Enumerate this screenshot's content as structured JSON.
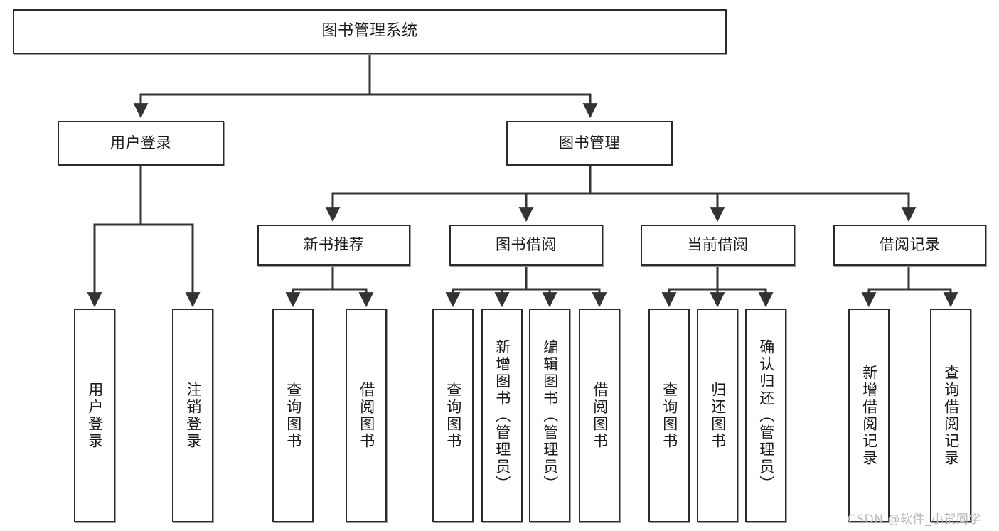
{
  "diagram": {
    "type": "tree-hierarchy",
    "title": "图书管理系统",
    "colors": {
      "box_border": "#2b2b2b",
      "box_fill": "#ffffff",
      "connector": "#333333",
      "text": "#1a1a1a",
      "watermark": "#b9b9b9"
    },
    "levels": {
      "root": {
        "label": "图书管理系统"
      },
      "level2": [
        {
          "label": "用户登录"
        },
        {
          "label": "图书管理"
        }
      ],
      "level3": [
        {
          "label": "新书推荐"
        },
        {
          "label": "图书借阅"
        },
        {
          "label": "当前借阅"
        },
        {
          "label": "借阅记录"
        }
      ],
      "leaves": {
        "user_login": [
          {
            "label": "用户登录"
          },
          {
            "label": "注销登录"
          }
        ],
        "new_book_recommend": [
          {
            "label": "查询图书"
          },
          {
            "label": "借阅图书"
          }
        ],
        "book_borrow": [
          {
            "label": "查询图书"
          },
          {
            "label": "新增图书（管理员）"
          },
          {
            "label": "编辑图书（管理员）"
          },
          {
            "label": "借阅图书"
          }
        ],
        "current_borrow": [
          {
            "label": "查询图书"
          },
          {
            "label": "归还图书"
          },
          {
            "label": "确认归还（管理员）"
          }
        ],
        "borrow_record": [
          {
            "label": "新增借阅记录"
          },
          {
            "label": "查询借阅记录"
          }
        ]
      }
    },
    "watermark": "CSDN @软件_小贺同学"
  }
}
